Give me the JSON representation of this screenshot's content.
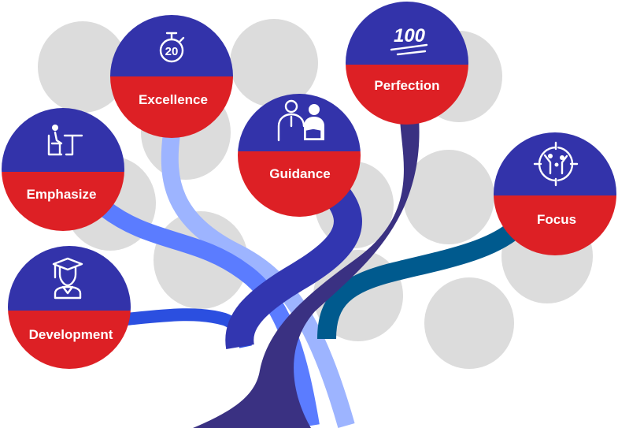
{
  "colors": {
    "top": "#3333AA",
    "bottom": "#DD2025",
    "bubble_bg": "#DCDCDC",
    "trunk": "#3A3182",
    "branch_light": "#9DB4FF",
    "branch_mid": "#5B7CFF",
    "branch_guidance": "#3236B0",
    "branch_development": "#2B4FE0",
    "branch_focus": "#005A8E"
  },
  "nodes": [
    {
      "label": "Excellence",
      "icon": "stopwatch-20-icon",
      "icon_text": "20"
    },
    {
      "label": "Perfection",
      "icon": "hundred-points-icon",
      "icon_text": "100"
    },
    {
      "label": "Guidance",
      "icon": "teacher-student-icon"
    },
    {
      "label": "Emphasize",
      "icon": "student-desk-icon"
    },
    {
      "label": "Focus",
      "icon": "family-target-icon"
    },
    {
      "label": "Development",
      "icon": "graduate-icon"
    }
  ]
}
